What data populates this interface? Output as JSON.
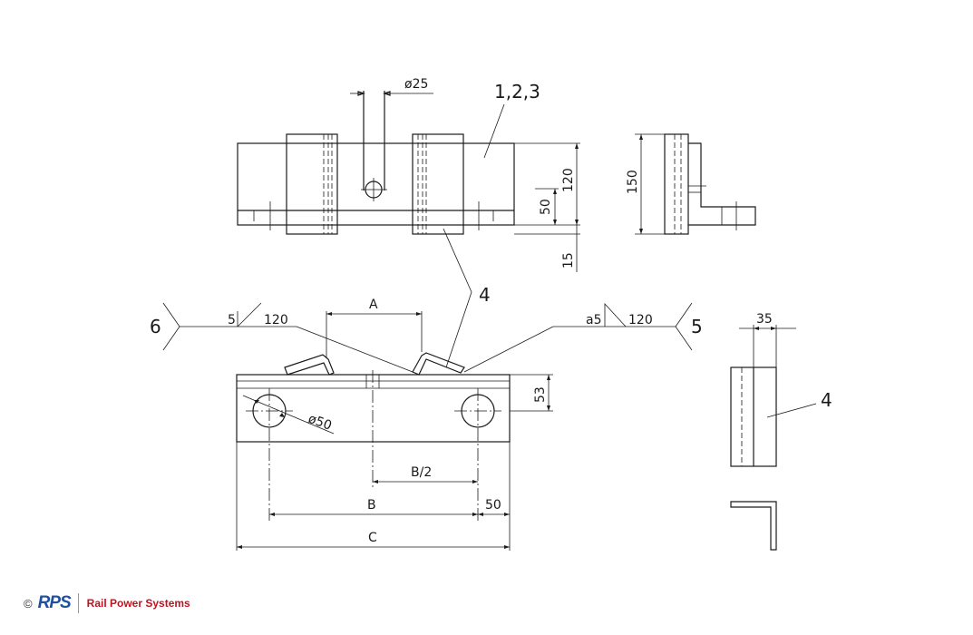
{
  "labels": {
    "top_diameter": "ø25",
    "part_callout_top": "1,2,3",
    "dim_120_top": "120",
    "dim_50_top": "50",
    "dim_15": "15",
    "dim_150": "150",
    "part_callout_4_mid": "4",
    "weld_left_number": "6",
    "weld_left_size": "5",
    "weld_left_length": "120",
    "weld_right_size": "a5",
    "weld_right_length": "120",
    "weld_right_number": "5",
    "dim_A": "A",
    "dim_53": "53",
    "hole_diameter": "ø50",
    "dim_B_half": "B/2",
    "dim_B": "B",
    "dim_50_bottom": "50",
    "dim_C": "C",
    "dim_35": "35",
    "part_callout_4_right": "4"
  },
  "footer": {
    "copyright_symbol": "©",
    "logo_text": "RPS",
    "company_name": "Rail Power Systems",
    "logo_color": "#1e4fa3",
    "company_color": "#c0121e"
  }
}
